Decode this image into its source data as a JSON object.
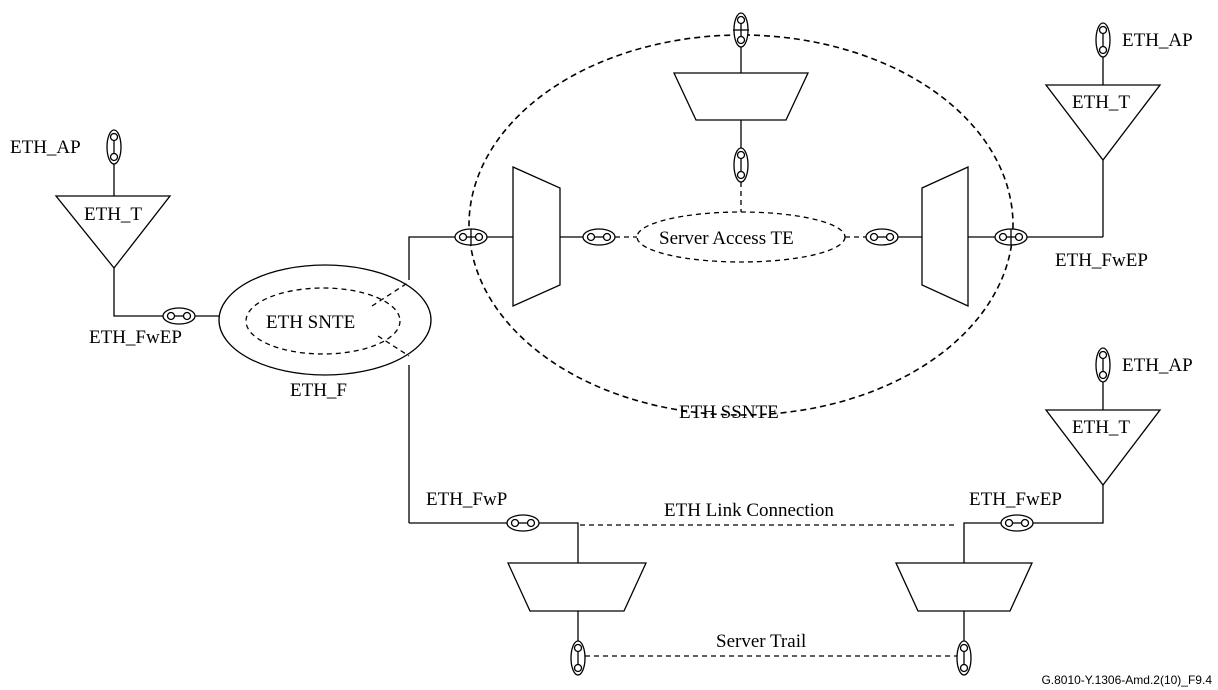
{
  "labels": {
    "eth_ap_left": "ETH_AP",
    "eth_t_left": "ETH_T",
    "eth_fwep_left": "ETH_FwEP",
    "eth_snte": "ETH SNTE",
    "eth_f": "ETH_F",
    "server_access_te": "Server Access TE",
    "eth_ssnte": "ETH SSNTE",
    "eth_ap_top_right": "ETH_AP",
    "eth_t_top_right": "ETH_T",
    "eth_fwep_right": "ETH_FwEP",
    "eth_ap_bottom_right": "ETH_AP",
    "eth_t_bottom_right": "ETH_T",
    "eth_fwp": "ETH_FwP",
    "eth_link_connection": "ETH Link Connection",
    "eth_fwep_bottom_right": "ETH_FwEP",
    "server_trail": "Server Trail",
    "figure_id": "G.8010-Y.1306-Amd.2(10)_F9.4"
  }
}
